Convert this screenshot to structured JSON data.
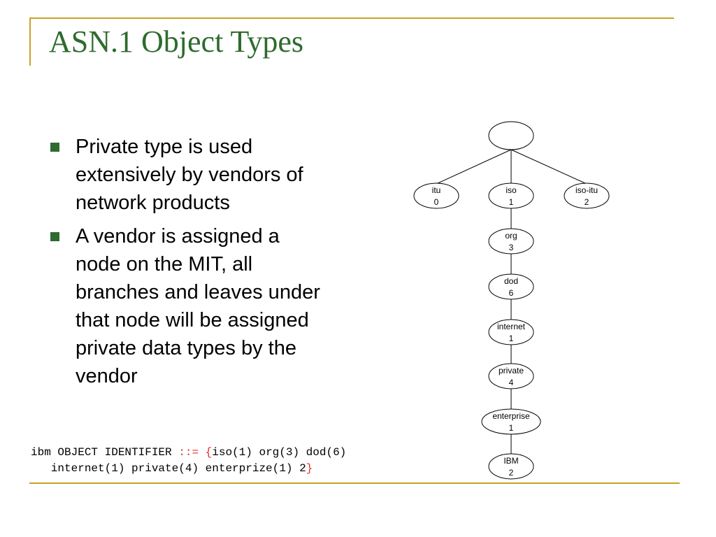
{
  "slide": {
    "title": "ASN.1 Object Types",
    "bullets": [
      "Private type is used extensively by vendors of network products",
      "A vendor is assigned a node on the MIT, all branches and leaves under that node will be assigned private data types by the vendor"
    ]
  },
  "code": {
    "part1": "ibm OBJECT IDENTIFIER ",
    "op": "::= {",
    "part2": "iso(1) org(3) dod(6)\n   internet(1) private(4) enterprize(1) 2",
    "close": "}"
  },
  "tree": {
    "root": "",
    "nodes": [
      {
        "id": "itu",
        "name": "itu",
        "number": "0"
      },
      {
        "id": "iso",
        "name": "iso",
        "number": "1"
      },
      {
        "id": "iso-itu",
        "name": "iso-itu",
        "number": "2"
      },
      {
        "id": "org",
        "name": "org",
        "number": "3"
      },
      {
        "id": "dod",
        "name": "dod",
        "number": "6"
      },
      {
        "id": "internet",
        "name": "internet",
        "number": "1"
      },
      {
        "id": "private",
        "name": "private",
        "number": "4"
      },
      {
        "id": "enterprise",
        "name": "enterprise",
        "number": "1"
      },
      {
        "id": "ibm",
        "name": "IBM",
        "number": "2"
      }
    ]
  },
  "colors": {
    "title": "#2e6b2e",
    "accent": "#c9a227",
    "code_operator": "#e53030"
  }
}
